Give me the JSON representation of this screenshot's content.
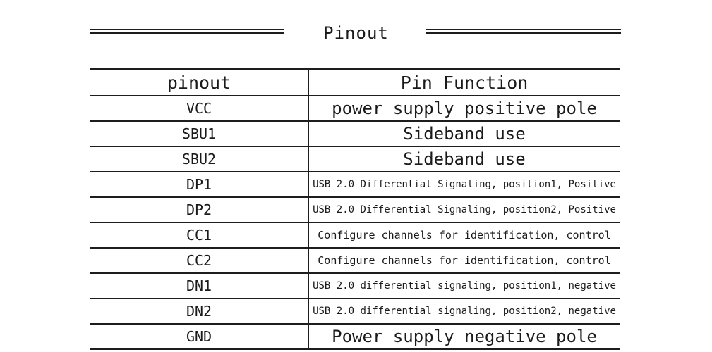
{
  "page": {
    "title": "Pinout"
  },
  "table": {
    "headers": {
      "pin": "pinout",
      "function": "Pin Function"
    },
    "rows": [
      {
        "pin": "VCC",
        "function": "power supply positive pole"
      },
      {
        "pin": "SBU1",
        "function": "Sideband use"
      },
      {
        "pin": "SBU2",
        "function": "Sideband use"
      },
      {
        "pin": "DP1",
        "function": "USB 2.0 Differential Signaling, position1, Positive"
      },
      {
        "pin": "DP2",
        "function": "USB 2.0 Differential Signaling, position2, Positive"
      },
      {
        "pin": "CC1",
        "function": "Configure channels for identification, control"
      },
      {
        "pin": "CC2",
        "function": "Configure channels for identification, control"
      },
      {
        "pin": "DN1",
        "function": "USB 2.0 differential signaling, position1, negative"
      },
      {
        "pin": "DN2",
        "function": "USB 2.0 differential signaling, position2, negative"
      },
      {
        "pin": "GND",
        "function": "Power supply negative pole"
      }
    ]
  },
  "colors": {
    "text": "#1a1a1a",
    "rule": "#1d1d1d",
    "background": "#ffffff"
  }
}
